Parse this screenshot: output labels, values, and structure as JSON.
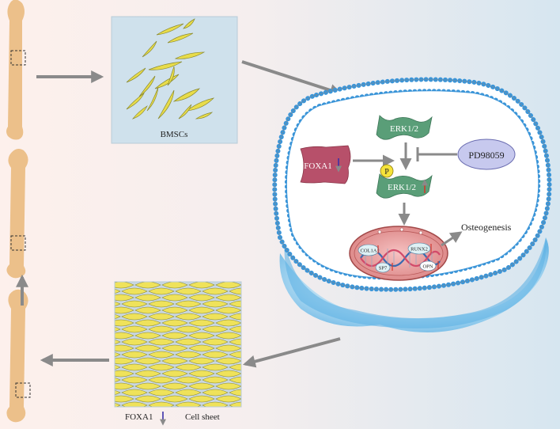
{
  "labels": {
    "bmscs": "BMSCs",
    "erk_top": "ERK1/2",
    "erk_bottom": "ERK1/2",
    "foxa1": "FOXA1",
    "inhibitor": "PD98059",
    "phospho": "P",
    "osteogenesis": "Osteogenesis",
    "genes": [
      "COL1A",
      "RUNX2",
      "SP7",
      "OPN"
    ],
    "cell_sheet_gene": "FOXA1",
    "cell_sheet": "Cell sheet"
  },
  "colors": {
    "bg_left": "#fdf0ec",
    "bg_right": "#dce9f1",
    "bone": "#ecc08a",
    "cell_yellow": "#e8dc4a",
    "petri_blue": "#7fc3ea",
    "membrane_blue": "#3b95d8",
    "erk_green": "#5a9e78",
    "foxa1_pink": "#b7506a",
    "pd_lavender": "#c7c9ee",
    "arrow_gray": "#8a8a8a",
    "down_arrow": "#3b2fa8",
    "up_arrow": "#d2372e"
  }
}
